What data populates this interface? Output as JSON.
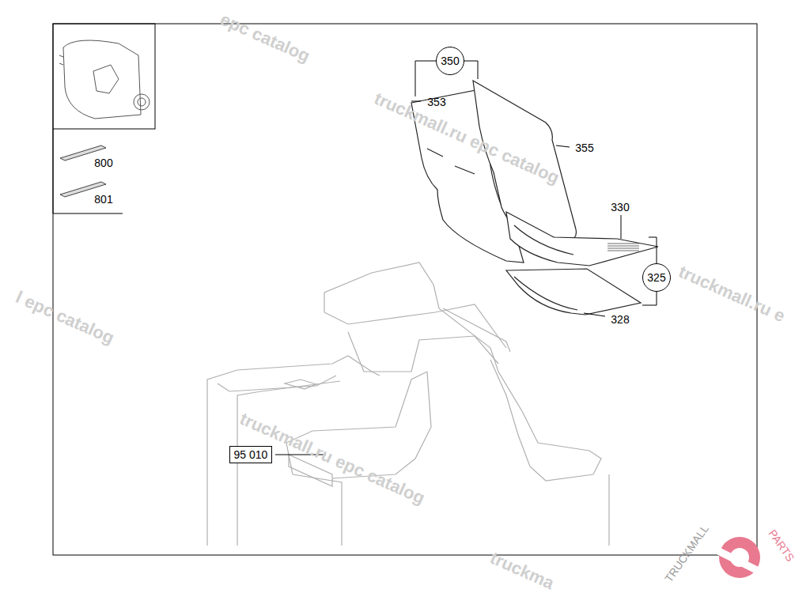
{
  "diagram": {
    "nodes": [
      {
        "text": [
          "350"
        ]
      },
      {
        "text": [
          "325"
        ]
      },
      {
        "text": [
          "95 010"
        ]
      }
    ],
    "labels": [
      "353",
      "355",
      "330",
      "328",
      "800",
      "801",
      "epc catalog",
      "truckmall.ru epc catalog",
      "truckmall.ru e",
      "l epc catalog",
      "truckmall.ru epc catalog",
      "truckma",
      "TRUCKMALL",
      "PARTS"
    ]
  }
}
